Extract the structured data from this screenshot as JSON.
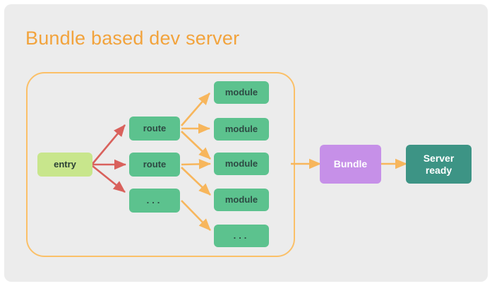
{
  "canvas": {
    "background": "#ececec",
    "page_background": "#ffffff"
  },
  "title": "Bundle based dev server",
  "colors": {
    "title": "#f2a33c",
    "group_border": "#fbc068",
    "entry_fill": "#c8e68c",
    "node_fill": "#5cc28e",
    "node_text": "#2d4a43",
    "bundle_fill": "#c690e8",
    "server_fill": "#3d9485",
    "red_arrow": "#d9615c",
    "orange_arrow": "#f7b65c"
  },
  "group": {
    "label": ""
  },
  "nodes": {
    "entry": {
      "label": "entry"
    },
    "routes": [
      {
        "label": "route"
      },
      {
        "label": "route"
      },
      {
        "label": "..."
      }
    ],
    "modules": [
      {
        "label": "module"
      },
      {
        "label": "module"
      },
      {
        "label": "module"
      },
      {
        "label": "module"
      },
      {
        "label": "..."
      }
    ],
    "bundle": {
      "label": "Bundle"
    },
    "server": {
      "label": "Server\nready",
      "line1": "Server",
      "line2": "ready"
    }
  },
  "edges": [
    {
      "from": "entry",
      "to": "route-1",
      "color": "#d9615c"
    },
    {
      "from": "entry",
      "to": "route-2",
      "color": "#d9615c"
    },
    {
      "from": "entry",
      "to": "route-3",
      "color": "#d9615c"
    },
    {
      "from": "route-1",
      "to": "module-1",
      "color": "#f7b65c"
    },
    {
      "from": "route-1",
      "to": "module-2",
      "color": "#f7b65c"
    },
    {
      "from": "route-1",
      "to": "module-3",
      "color": "#f7b65c"
    },
    {
      "from": "route-2",
      "to": "module-3",
      "color": "#f7b65c"
    },
    {
      "from": "route-2",
      "to": "module-4",
      "color": "#f7b65c"
    },
    {
      "from": "route-3",
      "to": "module-5",
      "color": "#f7b65c"
    },
    {
      "from": "group",
      "to": "bundle",
      "color": "#f7b65c"
    },
    {
      "from": "bundle",
      "to": "server",
      "color": "#f7b65c"
    }
  ]
}
